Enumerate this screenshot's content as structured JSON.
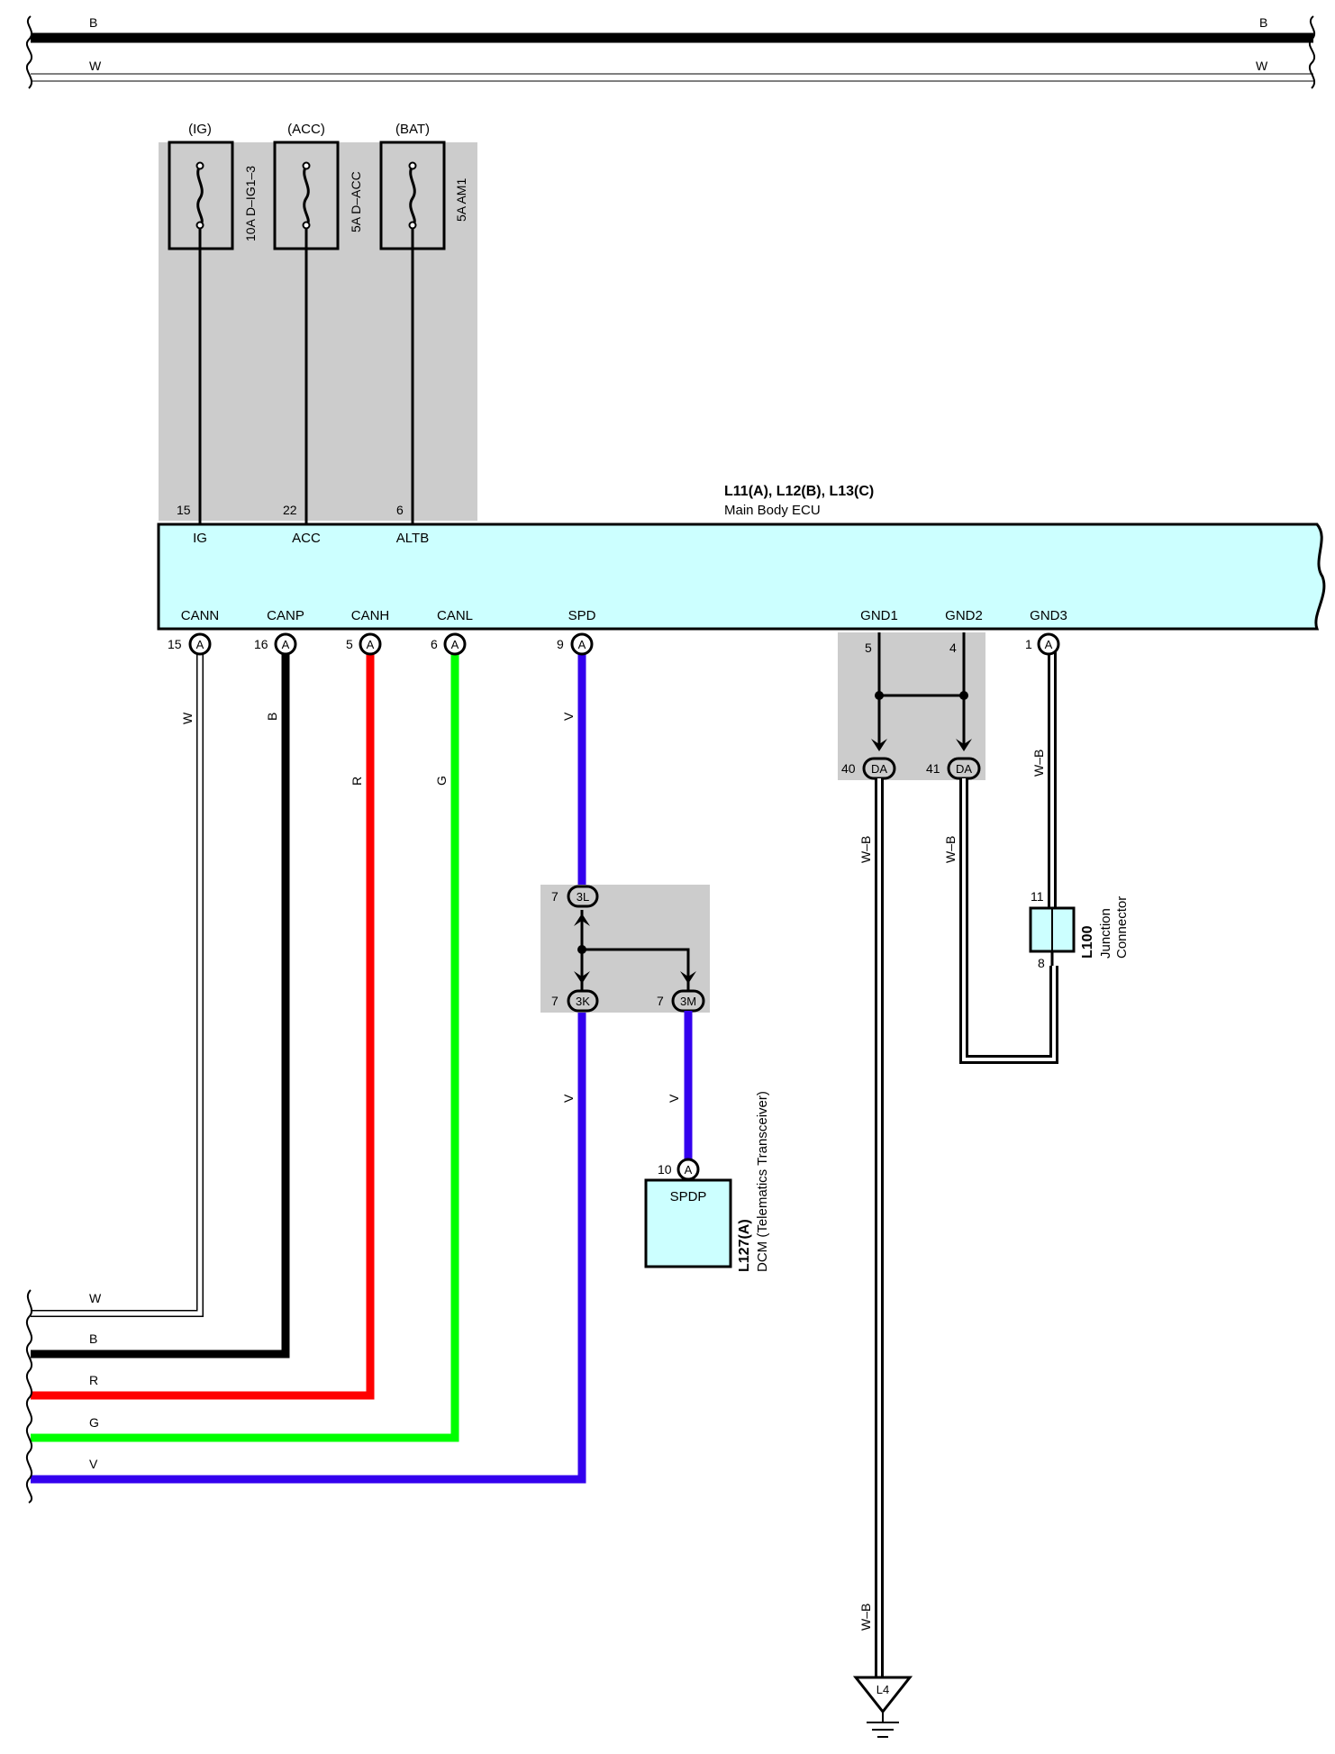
{
  "top_bus": {
    "wire1": "B",
    "wire2": "W"
  },
  "fuses": [
    {
      "supply": "(IG)",
      "rating": "10A D–IG1–3"
    },
    {
      "supply": "(ACC)",
      "rating": "5A D–ACC"
    },
    {
      "supply": "(BAT)",
      "rating": "5A AM1"
    }
  ],
  "ecu": {
    "connector_ids": "L11(A), L12(B), L13(C)",
    "name": "Main Body ECU",
    "top_pins": [
      {
        "num": "15",
        "name": "IG"
      },
      {
        "num": "22",
        "name": "ACC"
      },
      {
        "num": "6",
        "name": "ALTB"
      }
    ],
    "bottom_pins": [
      {
        "name": "CANN",
        "num": "15",
        "conn": "A"
      },
      {
        "name": "CANP",
        "num": "16",
        "conn": "A"
      },
      {
        "name": "CANH",
        "num": "5",
        "conn": "A"
      },
      {
        "name": "CANL",
        "num": "6",
        "conn": "A"
      },
      {
        "name": "SPD",
        "num": "9",
        "conn": "A"
      },
      {
        "name": "GND1",
        "num": "5",
        "conn": ""
      },
      {
        "name": "GND2",
        "num": "4",
        "conn": ""
      },
      {
        "name": "GND3",
        "num": "1",
        "conn": "A"
      }
    ]
  },
  "wire_colors": {
    "canN": "W",
    "canP": "B",
    "canH": "R",
    "canL": "G",
    "spd": "V",
    "gnd": "W–B"
  },
  "junction_spd": {
    "top": {
      "num": "7",
      "id": "3L"
    },
    "left": {
      "num": "7",
      "id": "3K"
    },
    "right": {
      "num": "7",
      "id": "3M"
    }
  },
  "gnd_junction": {
    "left": {
      "num": "40",
      "id": "DA"
    },
    "right": {
      "num": "41",
      "id": "DA"
    }
  },
  "dcm": {
    "pin_num": "10",
    "pin_conn": "A",
    "pin_name": "SPDP",
    "id": "L127(A)",
    "name": "DCM (Telematics Transceiver)"
  },
  "junction_connector": {
    "pin_top": "11",
    "pin_bottom": "8",
    "id": "L100",
    "name_line1": "Junction",
    "name_line2": "Connector"
  },
  "ground": {
    "id": "L4"
  },
  "bottom_bus": [
    "W",
    "B",
    "R",
    "G",
    "V"
  ],
  "colors": {
    "ecu_fill": "#ccffff",
    "shade": "#cccccc",
    "red": "#ff0000",
    "green": "#00ff00",
    "violet": "#3300ee",
    "black": "#000000"
  }
}
